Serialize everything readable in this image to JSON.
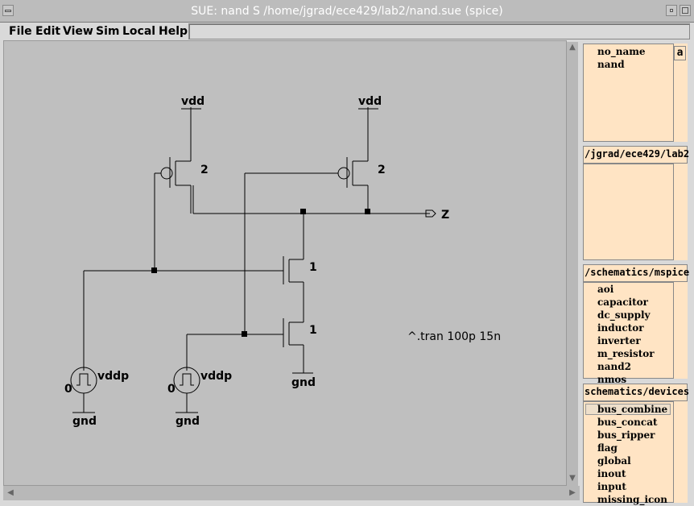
{
  "window": {
    "title": "SUE:  nand S /home/jgrad/ece429/lab2/nand.sue  (spice)"
  },
  "menu": [
    "File",
    "Edit",
    "View",
    "Sim",
    "Local",
    "Help"
  ],
  "command_field": {
    "value": ""
  },
  "schematic": {
    "supply_labels": [
      "vdd",
      "vdd"
    ],
    "ground_labels": [
      "gnd",
      "gnd",
      "gnd"
    ],
    "pmos_sizes": [
      "2",
      "2"
    ],
    "nmos_sizes": [
      "1",
      "1"
    ],
    "output_label": "Z",
    "source_labels": [
      "vddp",
      "vddp"
    ],
    "source_values": [
      "0",
      "0"
    ],
    "spice_directive": "^.tran 100p 15n"
  },
  "panels": {
    "cells": {
      "items": [
        "no_name",
        "nand"
      ],
      "button": "a"
    },
    "dir_label": "/jgrad/ece429/lab2",
    "mspice": {
      "label": "/schematics/mspice",
      "items": [
        "aoi",
        "capacitor",
        "dc_supply",
        "inductor",
        "inverter",
        "m_resistor",
        "nand2",
        "nmos"
      ]
    },
    "devices": {
      "label": "schematics/devices",
      "items": [
        "bus_combine",
        "bus_concat",
        "bus_ripper",
        "flag",
        "global",
        "inout",
        "input",
        "missing_icon"
      ],
      "selected": "bus_combine"
    }
  }
}
